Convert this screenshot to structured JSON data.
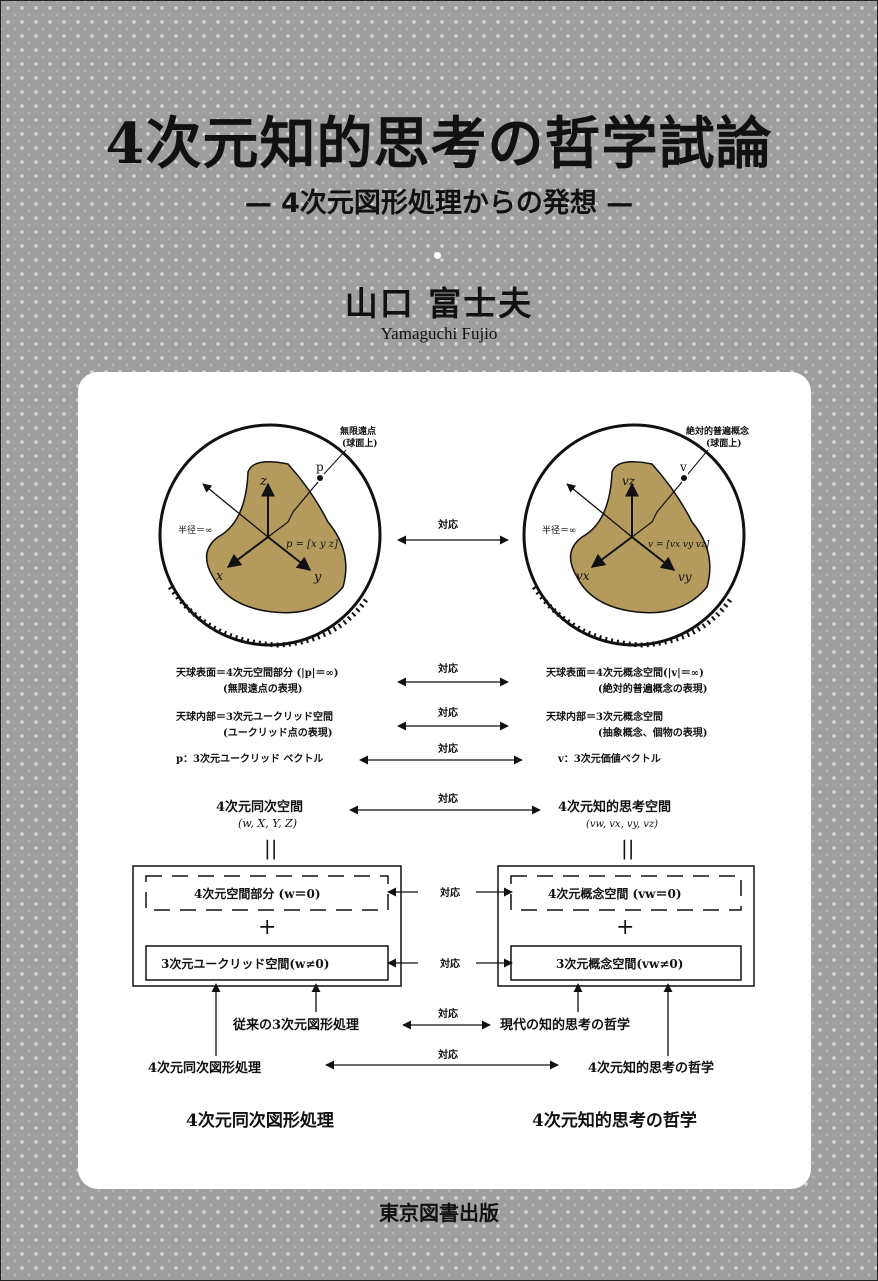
{
  "title": "4次元知的思考の哲学試論",
  "subtitle": "— 4次元図形処理からの発想 —",
  "author": "山口  富士夫",
  "author_en": "Yamaguchi Fujio",
  "publisher": "東京図書出版",
  "diagram": {
    "left_sphere": {
      "point_label": "p",
      "callout": [
        "無限遠点",
        "(球面上)"
      ],
      "radius_label": "半径＝∞",
      "vector_label": "p = [x y z]",
      "axes": [
        "z",
        "x",
        "y"
      ]
    },
    "right_sphere": {
      "point_label": "v",
      "callout": [
        "絶対的普遍概念",
        "(球面上)"
      ],
      "radius_label": "半径＝∞",
      "vector_label": "v = [vx vy vz]",
      "axes": [
        "vz",
        "vx",
        "vy"
      ]
    },
    "correspond": "対応",
    "rows": [
      {
        "left": [
          "天球表面＝4次元空間部分 (|p|＝∞)",
          "(無限遠点の表現)"
        ],
        "right": [
          "天球表面＝4次元概念空間(|v|＝∞)",
          "(絶対的普遍概念の表現)"
        ]
      },
      {
        "left": [
          "天球内部＝3次元ユークリッド空間",
          "(ユークリッド点の表現)"
        ],
        "right": [
          "天球内部＝3次元概念空間",
          "(抽象概念、個物の表現)"
        ]
      },
      {
        "left": [
          "p：3次元ユークリッド ベクトル"
        ],
        "right": [
          "v：3次元価値ベクトル"
        ]
      }
    ],
    "left_space": {
      "title": "4次元同次空間",
      "coords": "(w, X, Y, Z)"
    },
    "right_space": {
      "title": "4次元知的思考空間",
      "coords": "(vw, vx, vy, vz)"
    },
    "equals": "||",
    "plus": "+",
    "left_box": {
      "part1": "4次元空間部分 (w＝0)",
      "part2": "3次元ユークリッド空間(w≠0)"
    },
    "right_box": {
      "part1": "4次元概念空間 (vw＝0)",
      "part2": "3次元概念空間(vw≠0)"
    },
    "bottom": {
      "left_mid": "従来の3次元図形処理",
      "right_mid": "現代の知的思考の哲学",
      "left_low": "4次元同次図形処理",
      "right_low": "4次元知的思考の哲学",
      "left_caption": "4次元同次図形処理",
      "right_caption": "4次元知的思考の哲学"
    }
  }
}
